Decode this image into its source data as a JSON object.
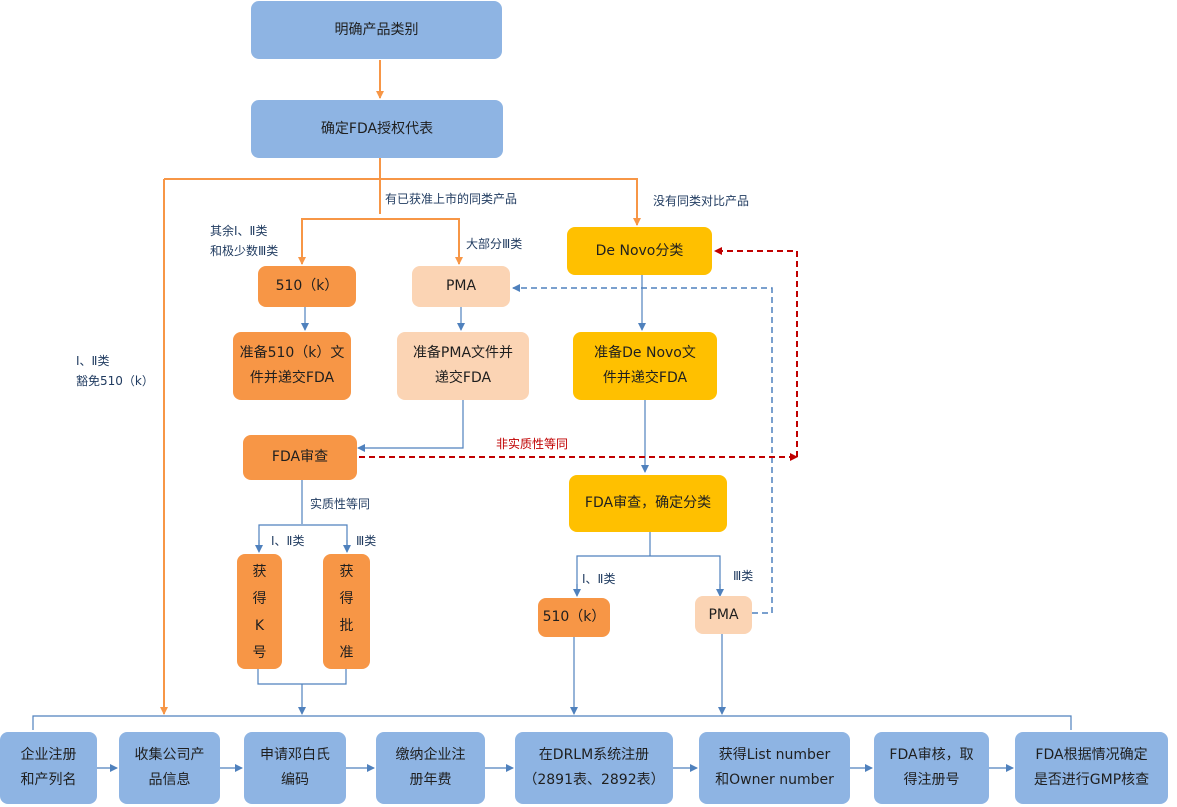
{
  "nodes": {
    "classify": "明确产品类别",
    "agent": "确定FDA授权代表",
    "k510": "510（k）",
    "pma_top": "PMA",
    "denovo": "De Novo分类",
    "prep_510k": "准备510（k）文\n件并递交FDA",
    "prep_pma": "准备PMA文件并\n递交FDA",
    "prep_denovo": "准备De Novo文\n件并递交FDA",
    "fda_review": "FDA审查",
    "fda_review_classify": "FDA审查，确定分类",
    "get_k": "获\n得\nK\n号",
    "get_approval": "获\n得\n批\n准",
    "k510_bottom": "510（k）",
    "pma_bottom": "PMA"
  },
  "steps": [
    "企业注册\n和产列名",
    "收集公司产\n品信息",
    "申请邓白氏\n编码",
    "缴纳企业注\n册年费",
    "在DRLM系统注册\n（2891表、2892表）",
    "获得List number\n和Owner number",
    "FDA审核，取\n得注册号",
    "FDA根据情况确定\n是否进行GMP核查"
  ],
  "labels": {
    "exempt": "Ⅰ、Ⅱ类\n豁免510（k）",
    "has_predicate": "有已获准上市的同类产品",
    "no_predicate": "没有同类对比产品",
    "other_classes": "其余Ⅰ、Ⅱ类\n和极少数Ⅲ类",
    "most_class3": "大部分Ⅲ类",
    "not_equivalent": "非实质性等同",
    "equivalent": "实质性等同",
    "class12_left": "Ⅰ、Ⅱ类",
    "class3_left": "Ⅲ类",
    "class12_right": "Ⅰ、Ⅱ类",
    "class3_right": "Ⅲ类"
  },
  "colors": {
    "blue_box": "#8eb4e3",
    "orange_box": "#f79646",
    "peach_box": "#fbd4b4",
    "yellow_box": "#ffc000",
    "orange_line": "#f79646",
    "blue_line": "#4f81bd",
    "red_dashed": "#c00000"
  }
}
